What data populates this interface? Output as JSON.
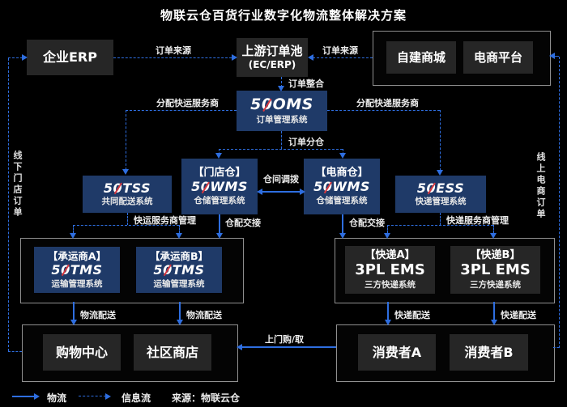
{
  "title": "物联云仓百货行业数字化物流整体解决方案",
  "colors": {
    "flow_blue": "#2e6ee0",
    "navy_box": "#1f3a68",
    "dark_box": "#262626",
    "logo_red": "#d5373f"
  },
  "nodes": {
    "erp": {
      "label": "企业ERP"
    },
    "order_pool": {
      "title": "上游订单池",
      "subtitle": "(EC/ERP)"
    },
    "self_mall": {
      "label": "自建商城"
    },
    "ec_platform": {
      "label": "电商平台"
    },
    "oms": {
      "brand": [
        "5",
        "0",
        "OMS"
      ],
      "sub": "订单管理系统"
    },
    "tss": {
      "brand": [
        "5",
        "0",
        "TSS"
      ],
      "sub": "共同配送系统"
    },
    "store_wms": {
      "tag": "【门店仓】",
      "brand": [
        "5",
        "0",
        "WMS"
      ],
      "sub": "仓储管理系统"
    },
    "ec_wms": {
      "tag": "【电商仓】",
      "brand": [
        "5",
        "0",
        "WMS"
      ],
      "sub": "仓储管理系统"
    },
    "ess": {
      "brand": [
        "5",
        "0",
        "ESS"
      ],
      "sub": "快递管理系统"
    },
    "carrier_a": {
      "tag": "【承运商A】",
      "brand": [
        "5",
        "0",
        "TMS"
      ],
      "sub": "运输管理系统"
    },
    "carrier_b": {
      "tag": "【承运商B】",
      "brand": [
        "5",
        "0",
        "TMS"
      ],
      "sub": "运输管理系统"
    },
    "courier_a": {
      "tag": "【快递A】",
      "brand_plain": "3PL EMS",
      "sub": "三方快递系统"
    },
    "courier_b": {
      "tag": "【快递B】",
      "brand_plain": "3PL EMS",
      "sub": "三方快递系统"
    },
    "shopping_center": {
      "label": "购物中心"
    },
    "community_store": {
      "label": "社区商店"
    },
    "consumer_a": {
      "label": "消费者A"
    },
    "consumer_b": {
      "label": "消费者B"
    }
  },
  "edge_labels": {
    "order_source_left": "订单来源",
    "order_source_right": "订单来源",
    "order_merge": "订单整合",
    "assign_freight": "分配快运服务商",
    "assign_express": "分配快递服务商",
    "order_split": "订单分仓",
    "warehouse_transfer": "仓间调拨",
    "freight_provider_mgmt": "快运服务商管理",
    "express_provider_mgmt": "快递服务商管理",
    "handover_left": "仓配交接",
    "handover_right": "仓配交接",
    "logistics_delivery_a": "物流配送",
    "logistics_delivery_b": "物流配送",
    "express_delivery_a": "快递配送",
    "express_delivery_b": "快递配送",
    "pickup": "上门购/取",
    "offline_store_orders": "线下门店订单",
    "online_ec_orders": "线上电商订单"
  },
  "legend": {
    "logistics": "物流",
    "info_flow": "信息流",
    "source": "来源：物联云仓"
  }
}
